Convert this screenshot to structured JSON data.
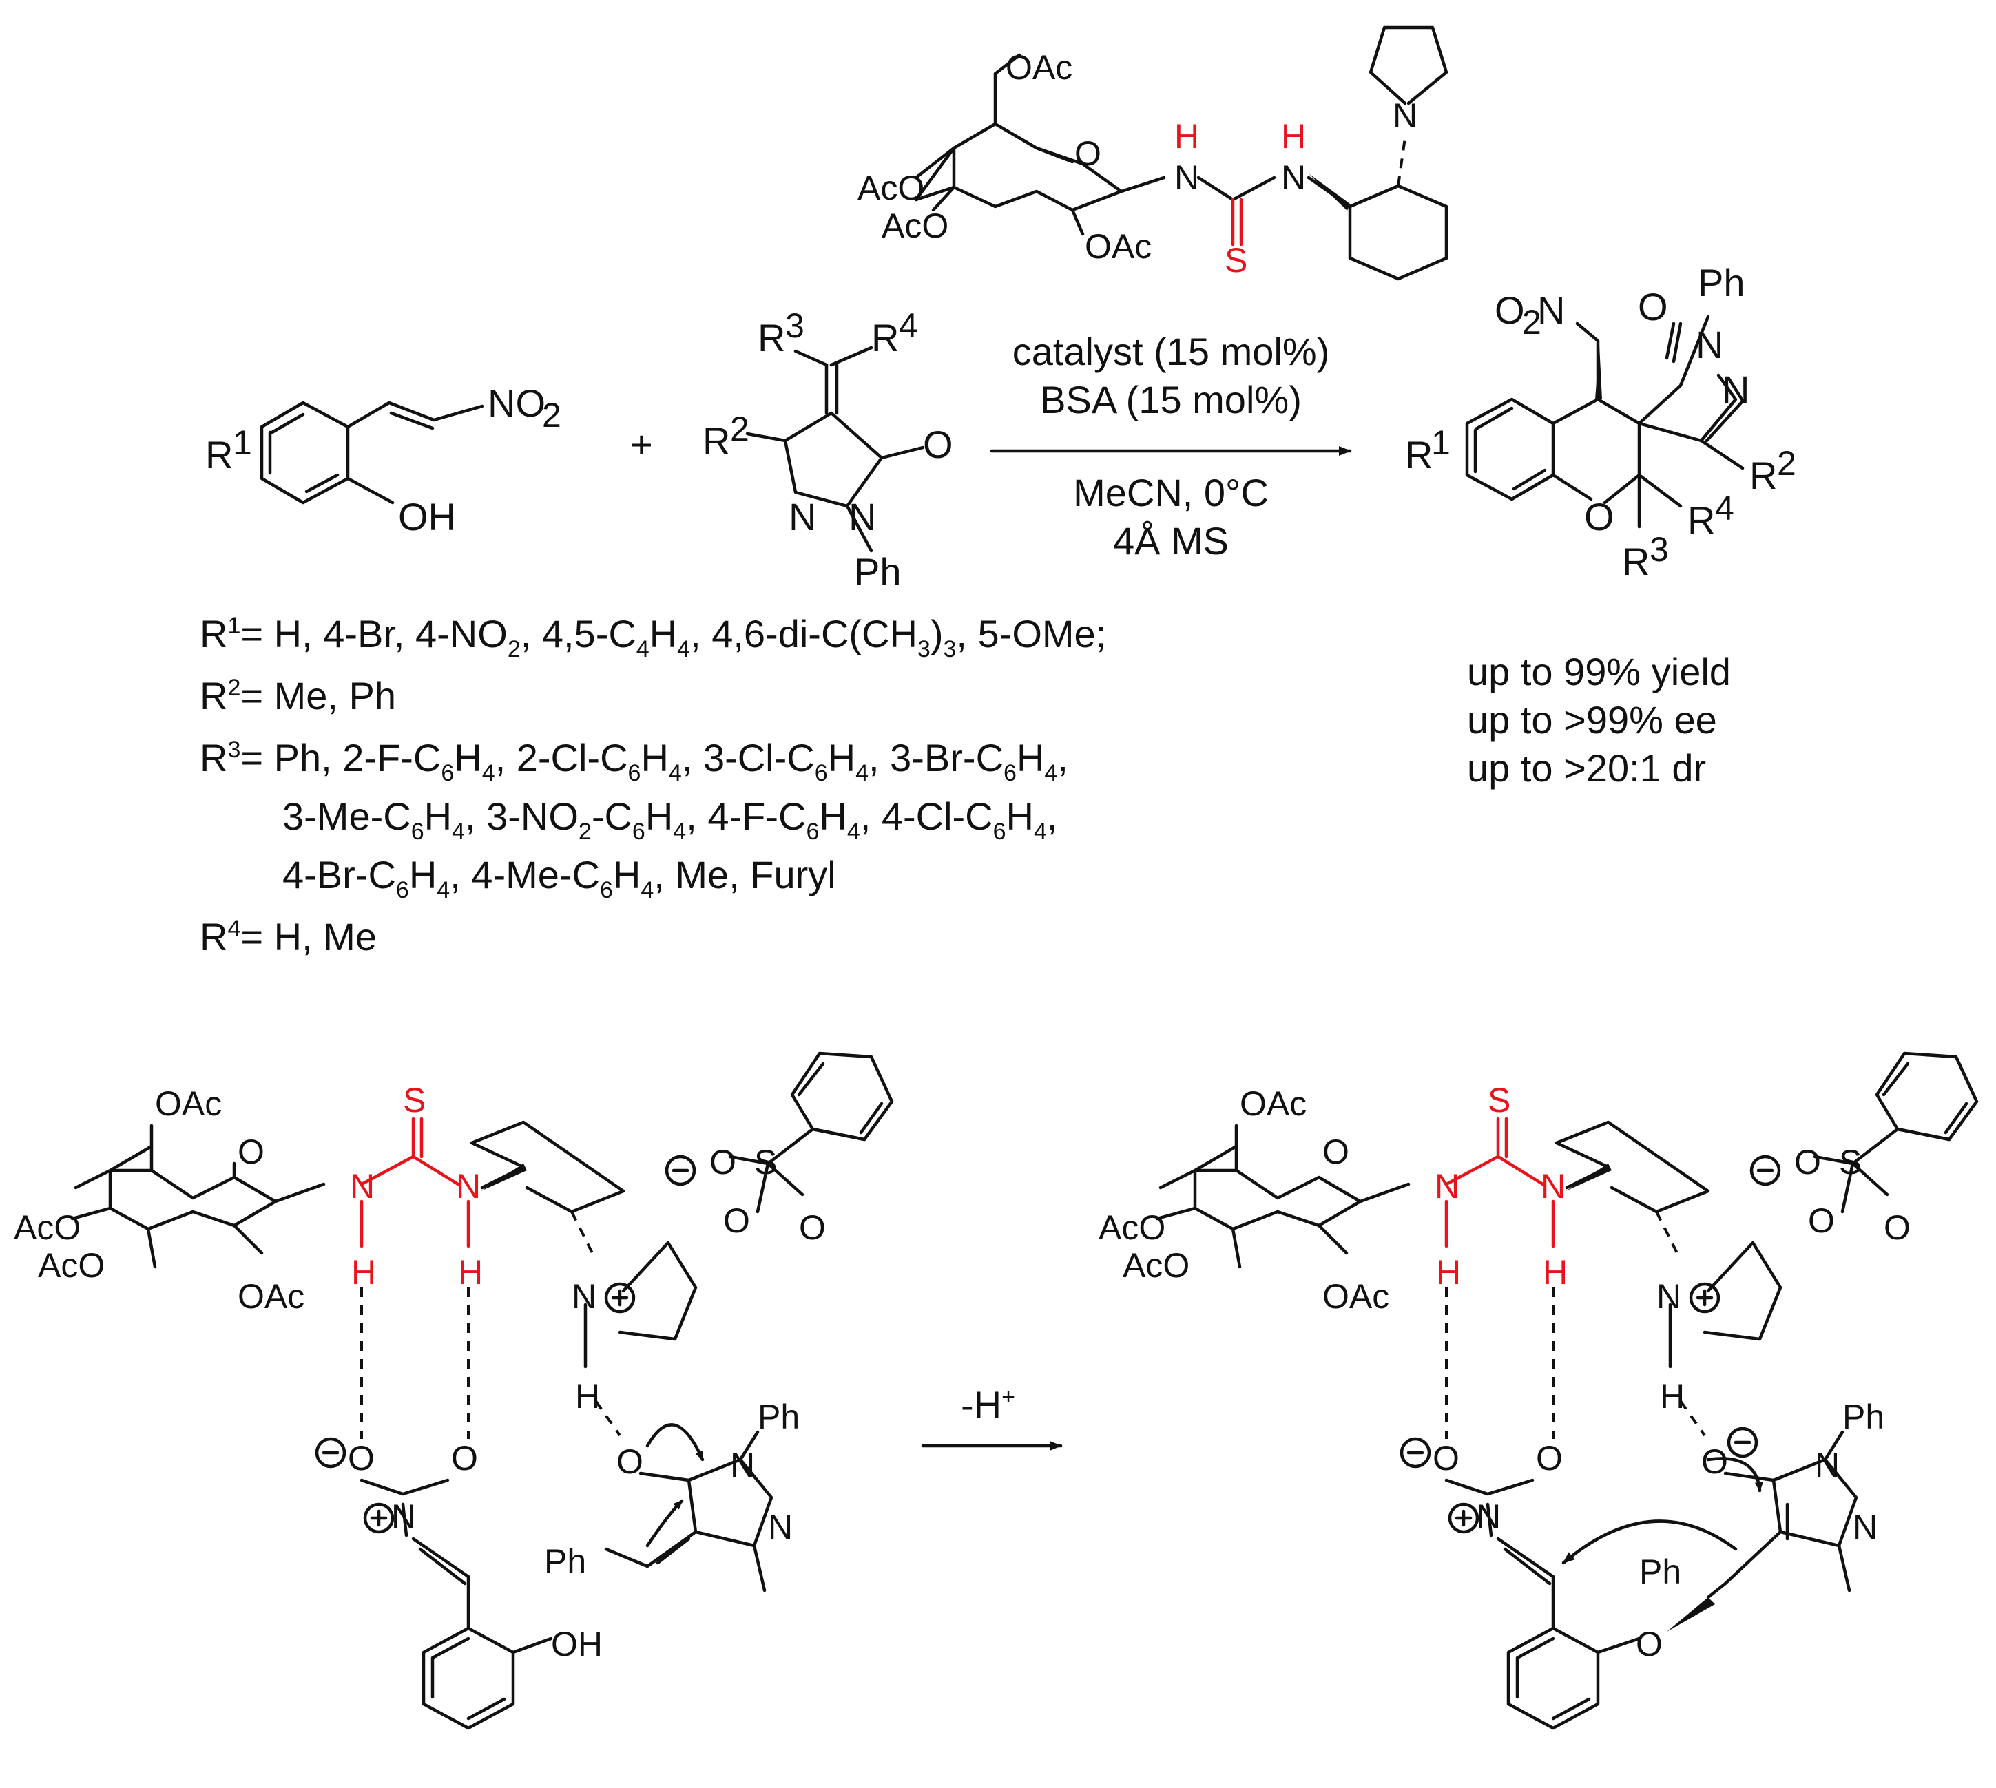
{
  "catalyst": {
    "labels": [
      "OAc",
      "AcO",
      "AcO",
      "OAc",
      "O",
      "H",
      "N",
      "H",
      "N",
      "S",
      "N"
    ]
  },
  "reaction": {
    "conditions": [
      "catalyst (15 mol%)",
      "BSA (15 mol%)",
      "MeCN, 0°C",
      "4Å MS"
    ],
    "plus": "+",
    "nitroalkene_labels": [
      "R",
      "1",
      "NO",
      "2",
      "OH"
    ],
    "pyrazolone_labels": [
      "R",
      "3",
      "R",
      "4",
      "R",
      "2",
      "O",
      "N",
      "N",
      "Ph"
    ],
    "product_labels": [
      "O",
      "2",
      "N",
      "O",
      "Ph",
      "N",
      "N",
      "R",
      "1",
      "R",
      "2",
      "O",
      "R",
      "4",
      "R",
      "3"
    ]
  },
  "substituents": {
    "r1": [
      "R",
      "1",
      "= H, 4-Br, 4-NO",
      "2",
      ", 4,5-C",
      "4",
      "H",
      "4",
      ", 4,6-di-C(CH",
      "3",
      ")",
      "3",
      ", 5-OMe;"
    ],
    "r2": [
      "R",
      "2",
      "= Me, Ph"
    ],
    "r3_line1": [
      "R",
      "3",
      "= Ph, 2-F-C",
      "6",
      "H",
      "4",
      ", 2-Cl-C",
      "6",
      "H",
      "4",
      ", 3-Cl-C",
      "6",
      "H",
      "4",
      ", 3-Br-C",
      "6",
      "H",
      "4",
      ","
    ],
    "r3_line2": [
      "3-Me-C",
      "6",
      "H",
      "4",
      ", 3-NO",
      "2",
      "-C",
      "6",
      "H",
      "4",
      ", 4-F-C",
      "6",
      "H",
      "4",
      ", 4-Cl-C",
      "6",
      "H",
      "4",
      ","
    ],
    "r3_line3": [
      "4-Br-C",
      "6",
      "H",
      "4",
      ", 4-Me-C",
      "6",
      "H",
      "4",
      ", Me, Furyl"
    ],
    "r4": [
      "R",
      "4",
      "= H, Me"
    ]
  },
  "results": [
    "up to 99% yield",
    "up to >99% ee",
    "up to >20:1 dr"
  ],
  "mechanism": {
    "arrow_label": [
      "-H",
      "+"
    ],
    "ts1_labels": [
      "OAc",
      "AcO",
      "AcO",
      "O",
      "OAc",
      "S",
      "N",
      "H",
      "N",
      "H",
      "N",
      "O",
      "S",
      "O",
      "O",
      "O",
      "O",
      "N",
      "H",
      "O",
      "Ph",
      "N",
      "N",
      "Ph",
      "OH"
    ],
    "ts2_labels": [
      "OAc",
      "AcO",
      "AcO",
      "O",
      "OAc",
      "S",
      "N",
      "H",
      "N",
      "H",
      "N",
      "O",
      "S",
      "O",
      "O",
      "O",
      "O",
      "N",
      "H",
      "O",
      "Ph",
      "N",
      "N",
      "Ph",
      "O"
    ]
  }
}
